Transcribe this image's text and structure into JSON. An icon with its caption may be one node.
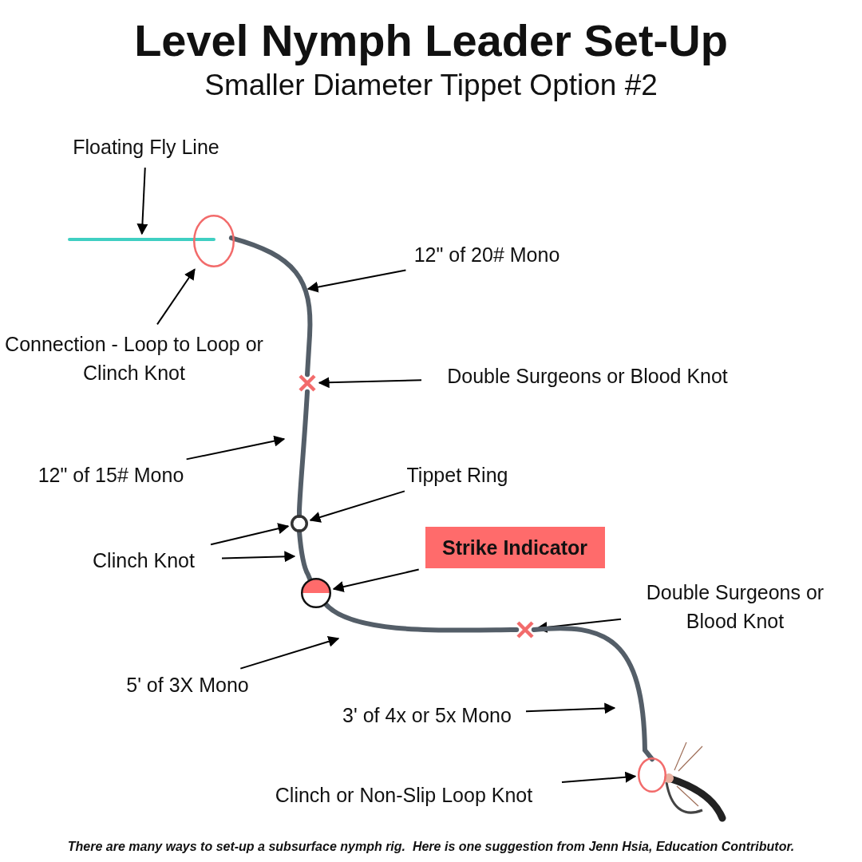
{
  "diagram": {
    "title": "Level Nymph Leader Set-Up",
    "caption": "There are many ways to set-up a subsurface nymph rig.  Here is one suggestion from Jenn Hsia, Education Contributor.",
    "nodes": [
      {
        "text": [
          "Floating Fly Line"
        ]
      },
      {
        "text": [],
        "shape": "line"
      },
      {
        "text": [
          "Connection - Loop to Loop or Clinch Knot"
        ]
      },
      {
        "text": [],
        "shape": "circle"
      },
      {
        "text": [
          "12\" of 20# Mono"
        ]
      },
      {
        "text": [
          "Double Surgeons or Blood Knot"
        ]
      },
      {
        "text": [],
        "shape": "cross"
      },
      {
        "text": [
          "12\" of 15# Mono"
        ]
      },
      {
        "text": [
          "Tippet Ring"
        ]
      },
      {
        "text": [],
        "shape": "circle"
      },
      {
        "text": [
          "Clinch Knot"
        ]
      },
      {
        "text": [
          "Strike Indicator"
        ]
      },
      {
        "text": [],
        "shape": "circle"
      },
      {
        "text": [
          "Double Surgeons or Blood Knot"
        ]
      },
      {
        "text": [],
        "shape": "cross"
      },
      {
        "text": [
          "5' of 3X Mono"
        ]
      },
      {
        "text": [
          "3' of 4x or 5x Mono"
        ]
      },
      {
        "text": [
          "Clinch or Non-Slip Loop Knot"
        ]
      },
      {
        "text": [],
        "shape": "circle"
      }
    ],
    "edges": [
      {
        "from": 0,
        "to": 1,
        "arrow": "to"
      },
      {
        "from": 2,
        "to": 3,
        "arrow": "to"
      },
      {
        "from": 4,
        "to": null,
        "arrow": "to"
      },
      {
        "from": 5,
        "to": 6,
        "arrow": "to"
      },
      {
        "from": 7,
        "to": null,
        "arrow": "to"
      },
      {
        "from": 8,
        "to": 9,
        "arrow": "to"
      },
      {
        "from": 10,
        "to": 9,
        "arrow": "to"
      },
      {
        "from": 10,
        "to": null,
        "arrow": "to"
      },
      {
        "from": 11,
        "to": 12,
        "arrow": "to"
      },
      {
        "from": 13,
        "to": 14,
        "arrow": "to"
      },
      {
        "from": 15,
        "to": null,
        "arrow": "to"
      },
      {
        "from": 16,
        "to": null,
        "arrow": "to"
      },
      {
        "from": 17,
        "to": 18,
        "arrow": "to"
      },
      {
        "from": 3,
        "to": 6,
        "arrow": "none",
        "style": "thick",
        "color": "#545e68"
      },
      {
        "from": 6,
        "to": 9,
        "arrow": "none",
        "style": "thick",
        "color": "#545e68"
      },
      {
        "from": 9,
        "to": 12,
        "arrow": "none",
        "style": "thick",
        "color": "#545e68"
      },
      {
        "from": 12,
        "to": 14,
        "arrow": "none",
        "style": "thick",
        "color": "#545e68"
      },
      {
        "from": 14,
        "to": 18,
        "arrow": "none",
        "style": "thick",
        "color": "#545e68"
      }
    ],
    "labels": [
      "Smaller Diameter Tippet Option #2"
    ]
  }
}
